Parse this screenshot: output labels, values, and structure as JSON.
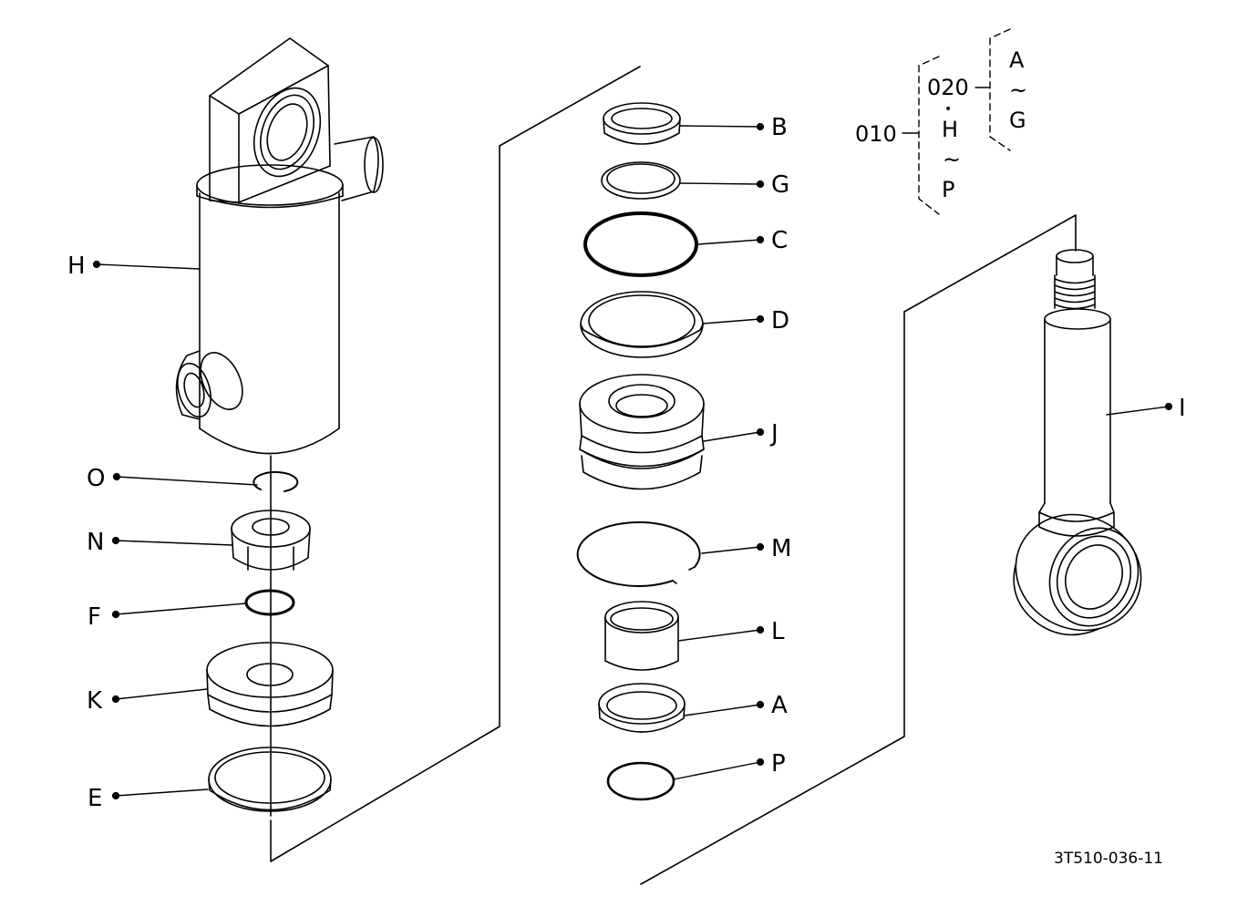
{
  "diagram": {
    "part_labels": {
      "H": "H",
      "O": "O",
      "N": "N",
      "F": "F",
      "K": "K",
      "E": "E",
      "B": "B",
      "G": "G",
      "C": "C",
      "D": "D",
      "J": "J",
      "M": "M",
      "L": "L",
      "A": "A",
      "P": "P",
      "I": "I"
    },
    "assembly_tree": {
      "root": "010",
      "sub": "020",
      "sub_from": "A",
      "sub_tilde": "~",
      "sub_to": "G",
      "dot": "•",
      "root_from": "H",
      "root_tilde": "~",
      "root_to": "P"
    },
    "drawing_code": "3T510-036-11"
  }
}
